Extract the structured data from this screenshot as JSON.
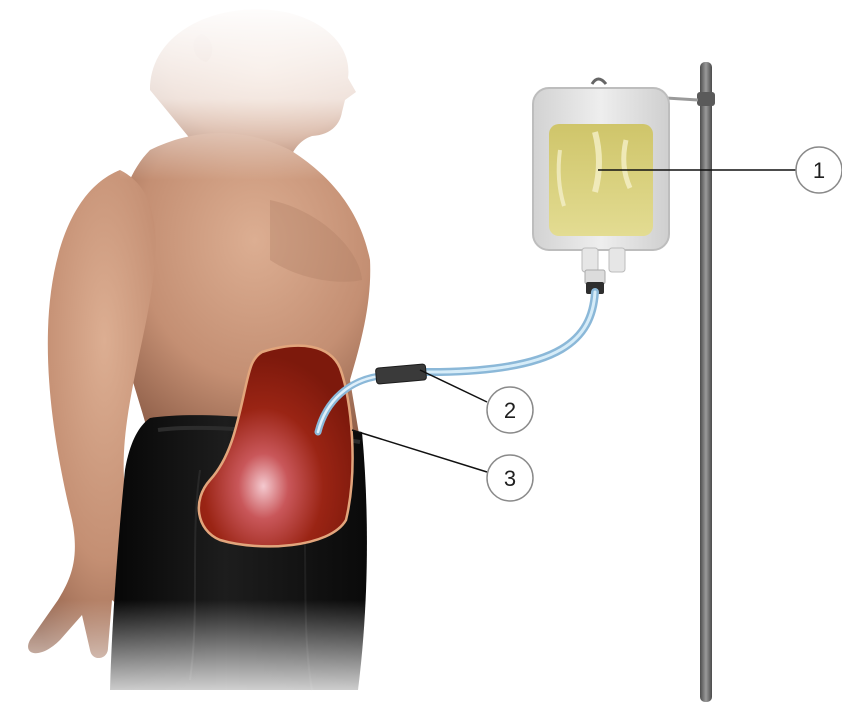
{
  "callouts": [
    {
      "number": "1",
      "refers_to": "dialysis-solution-bag"
    },
    {
      "number": "2",
      "refers_to": "catheter-connector"
    },
    {
      "number": "3",
      "refers_to": "peritoneal-cavity"
    }
  ],
  "colors": {
    "background": "#ffffff",
    "skin": "#c9977b",
    "skin_shadow": "#9a6a52",
    "shorts": "#121212",
    "peritoneum": "#8b1c0d",
    "peritoneum_glow": "#f2c3c8",
    "peritoneum_outline": "#e2a57c",
    "dialysate": "#d8d07a",
    "bag": "#dcdcdc",
    "tube": "#9cc8e6",
    "pole": "#6b6b6b",
    "leader_line": "#111111",
    "callout_circle": "#8a8a8a"
  }
}
